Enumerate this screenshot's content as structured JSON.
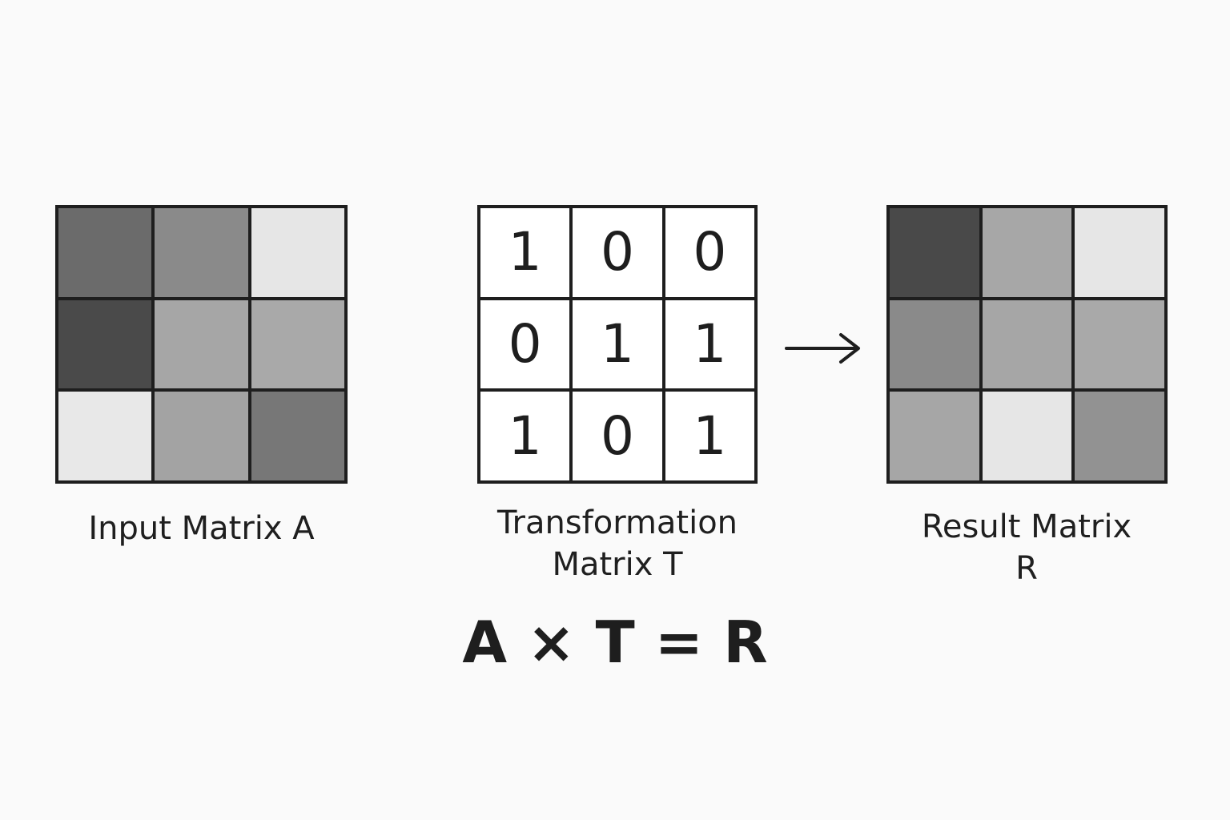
{
  "input_matrix": {
    "label": "Input Matrix A",
    "cells": [
      "#6b6b6b",
      "#8a8a8a",
      "#e6e6e6",
      "#4a4a4a",
      "#a6a6a6",
      "#a9a9a9",
      "#e8e8e8",
      "#a3a3a3",
      "#777777"
    ]
  },
  "transformation_matrix": {
    "label_line1": "Transformation",
    "label_line2": "Matrix T",
    "values": [
      "1",
      "0",
      "0",
      "0",
      "1",
      "1",
      "1",
      "0",
      "1"
    ]
  },
  "result_matrix": {
    "label_line1": "Result Matrix",
    "label_line2": "R",
    "cells": [
      "#494949",
      "#a7a7a7",
      "#e6e6e6",
      "#8a8a8a",
      "#a6a6a6",
      "#a9a9a9",
      "#a6a6a6",
      "#e6e6e6",
      "#929292"
    ]
  },
  "arrow_icon": "right-arrow-icon",
  "equation": {
    "lhs1": "A",
    "op1": "×",
    "lhs2": "T",
    "op2": "=",
    "rhs": "R"
  }
}
